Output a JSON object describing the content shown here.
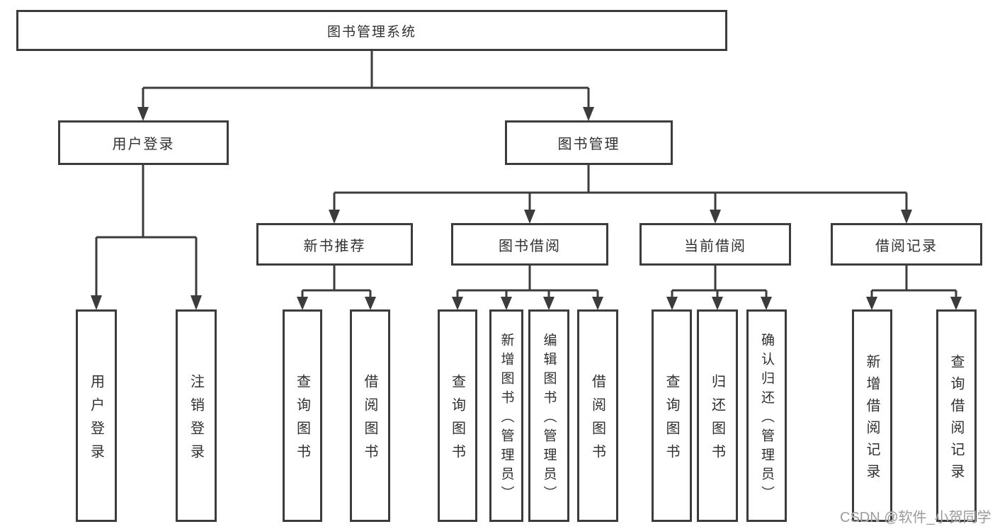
{
  "tree": {
    "label": "图书管理系统",
    "children": [
      {
        "label": "用户登录",
        "children": [
          {
            "label": "用户登录"
          },
          {
            "label": "注销登录"
          }
        ]
      },
      {
        "label": "图书管理",
        "children": [
          {
            "label": "新书推荐",
            "children": [
              {
                "label": "查询图书"
              },
              {
                "label": "借阅图书"
              }
            ]
          },
          {
            "label": "图书借阅",
            "children": [
              {
                "label": "查询图书"
              },
              {
                "label": "新增图书（管理员）"
              },
              {
                "label": "编辑图书（管理员）"
              },
              {
                "label": "借阅图书"
              }
            ]
          },
          {
            "label": "当前借阅",
            "children": [
              {
                "label": "查询图书"
              },
              {
                "label": "归还图书"
              },
              {
                "label": "确认归还（管理员）"
              }
            ]
          },
          {
            "label": "借阅记录",
            "children": [
              {
                "label": "新增借阅记录"
              },
              {
                "label": "查询借阅记录"
              }
            ]
          }
        ]
      }
    ]
  },
  "watermark": "CSDN @软件_小贺同学",
  "colors": {
    "line": "#3c3c3c",
    "text": "#303030",
    "watermark": "#9b9b9b",
    "background": "#ffffff"
  }
}
